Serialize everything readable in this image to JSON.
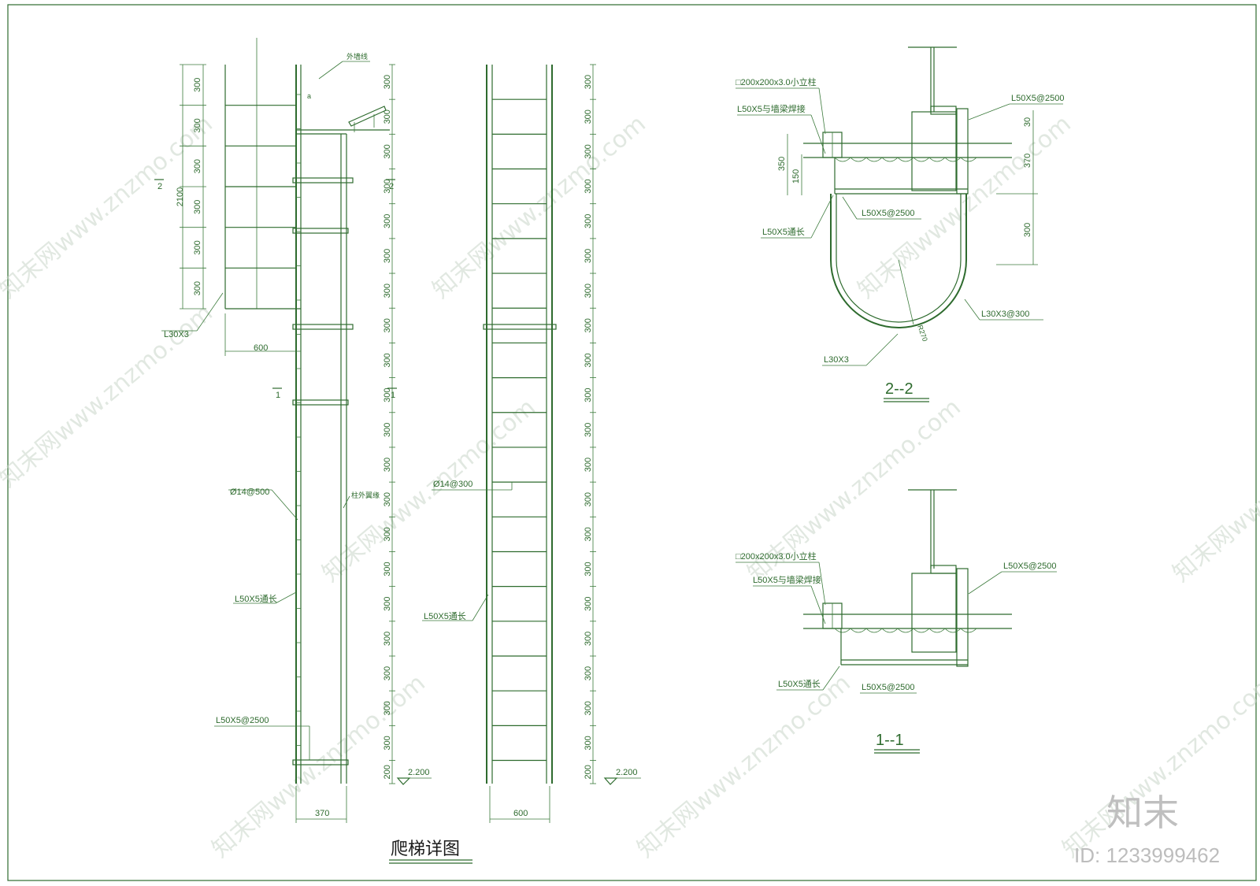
{
  "drawing": {
    "title": "爬梯详图",
    "section_22": "2--2",
    "section_11": "1--1",
    "elev_left": {
      "dims": [
        "300",
        "300",
        "300",
        "300",
        "300",
        "300",
        "300",
        "300",
        "300",
        "300",
        "300",
        "300",
        "300",
        "300",
        "300",
        "300",
        "300",
        "300",
        "300",
        "300",
        "200"
      ],
      "top_dims": [
        "300",
        "300",
        "300",
        "300",
        "300",
        "300"
      ],
      "total": "2100",
      "width": "600",
      "bottom_width": "370",
      "level": "2.200",
      "labels": {
        "wall_line": "外墙线",
        "a": "a",
        "cage": "L30X3",
        "rod": "Ø14@500",
        "angle_long": "L50X5通长",
        "angle_step": "L50X5@2500",
        "col_edge": "柱外翼缘",
        "cut2": "2",
        "cut1": "1"
      }
    },
    "elev_right": {
      "dims": [
        "300",
        "300",
        "300",
        "300",
        "300",
        "300",
        "300",
        "300",
        "300",
        "300",
        "300",
        "300",
        "300",
        "300",
        "300",
        "300",
        "300",
        "300",
        "300",
        "300",
        "200"
      ],
      "width": "600",
      "level": "2.200",
      "rod": "Ø14@300",
      "angle_long": "L50X5通长"
    },
    "sec22": {
      "col": "□200x200x3.0小立柱",
      "weld": "L50X5与墙梁焊接",
      "angle_step": "L50X5@2500",
      "angle_step2": "L50X5@2500",
      "angle_long": "L50X5通长",
      "cage_step": "L30X3@300",
      "cage": "L30X3",
      "r": "R270",
      "d350": "350",
      "d150": "150",
      "d30": "30",
      "d370": "370",
      "d300": "300"
    },
    "sec11": {
      "col": "□200x200x3.0小立柱",
      "weld": "L50X5与墙梁焊接",
      "angle_step": "L50X5@2500",
      "angle_long": "L50X5通长",
      "angle_step2": "L50X5@2500"
    }
  },
  "watermark": {
    "text": "知末网www.znzmo.com",
    "logo": "知末",
    "id": "ID: 1233999462"
  },
  "colors": {
    "line": "#2e6b2e",
    "watermark": "#c9d6c9"
  }
}
